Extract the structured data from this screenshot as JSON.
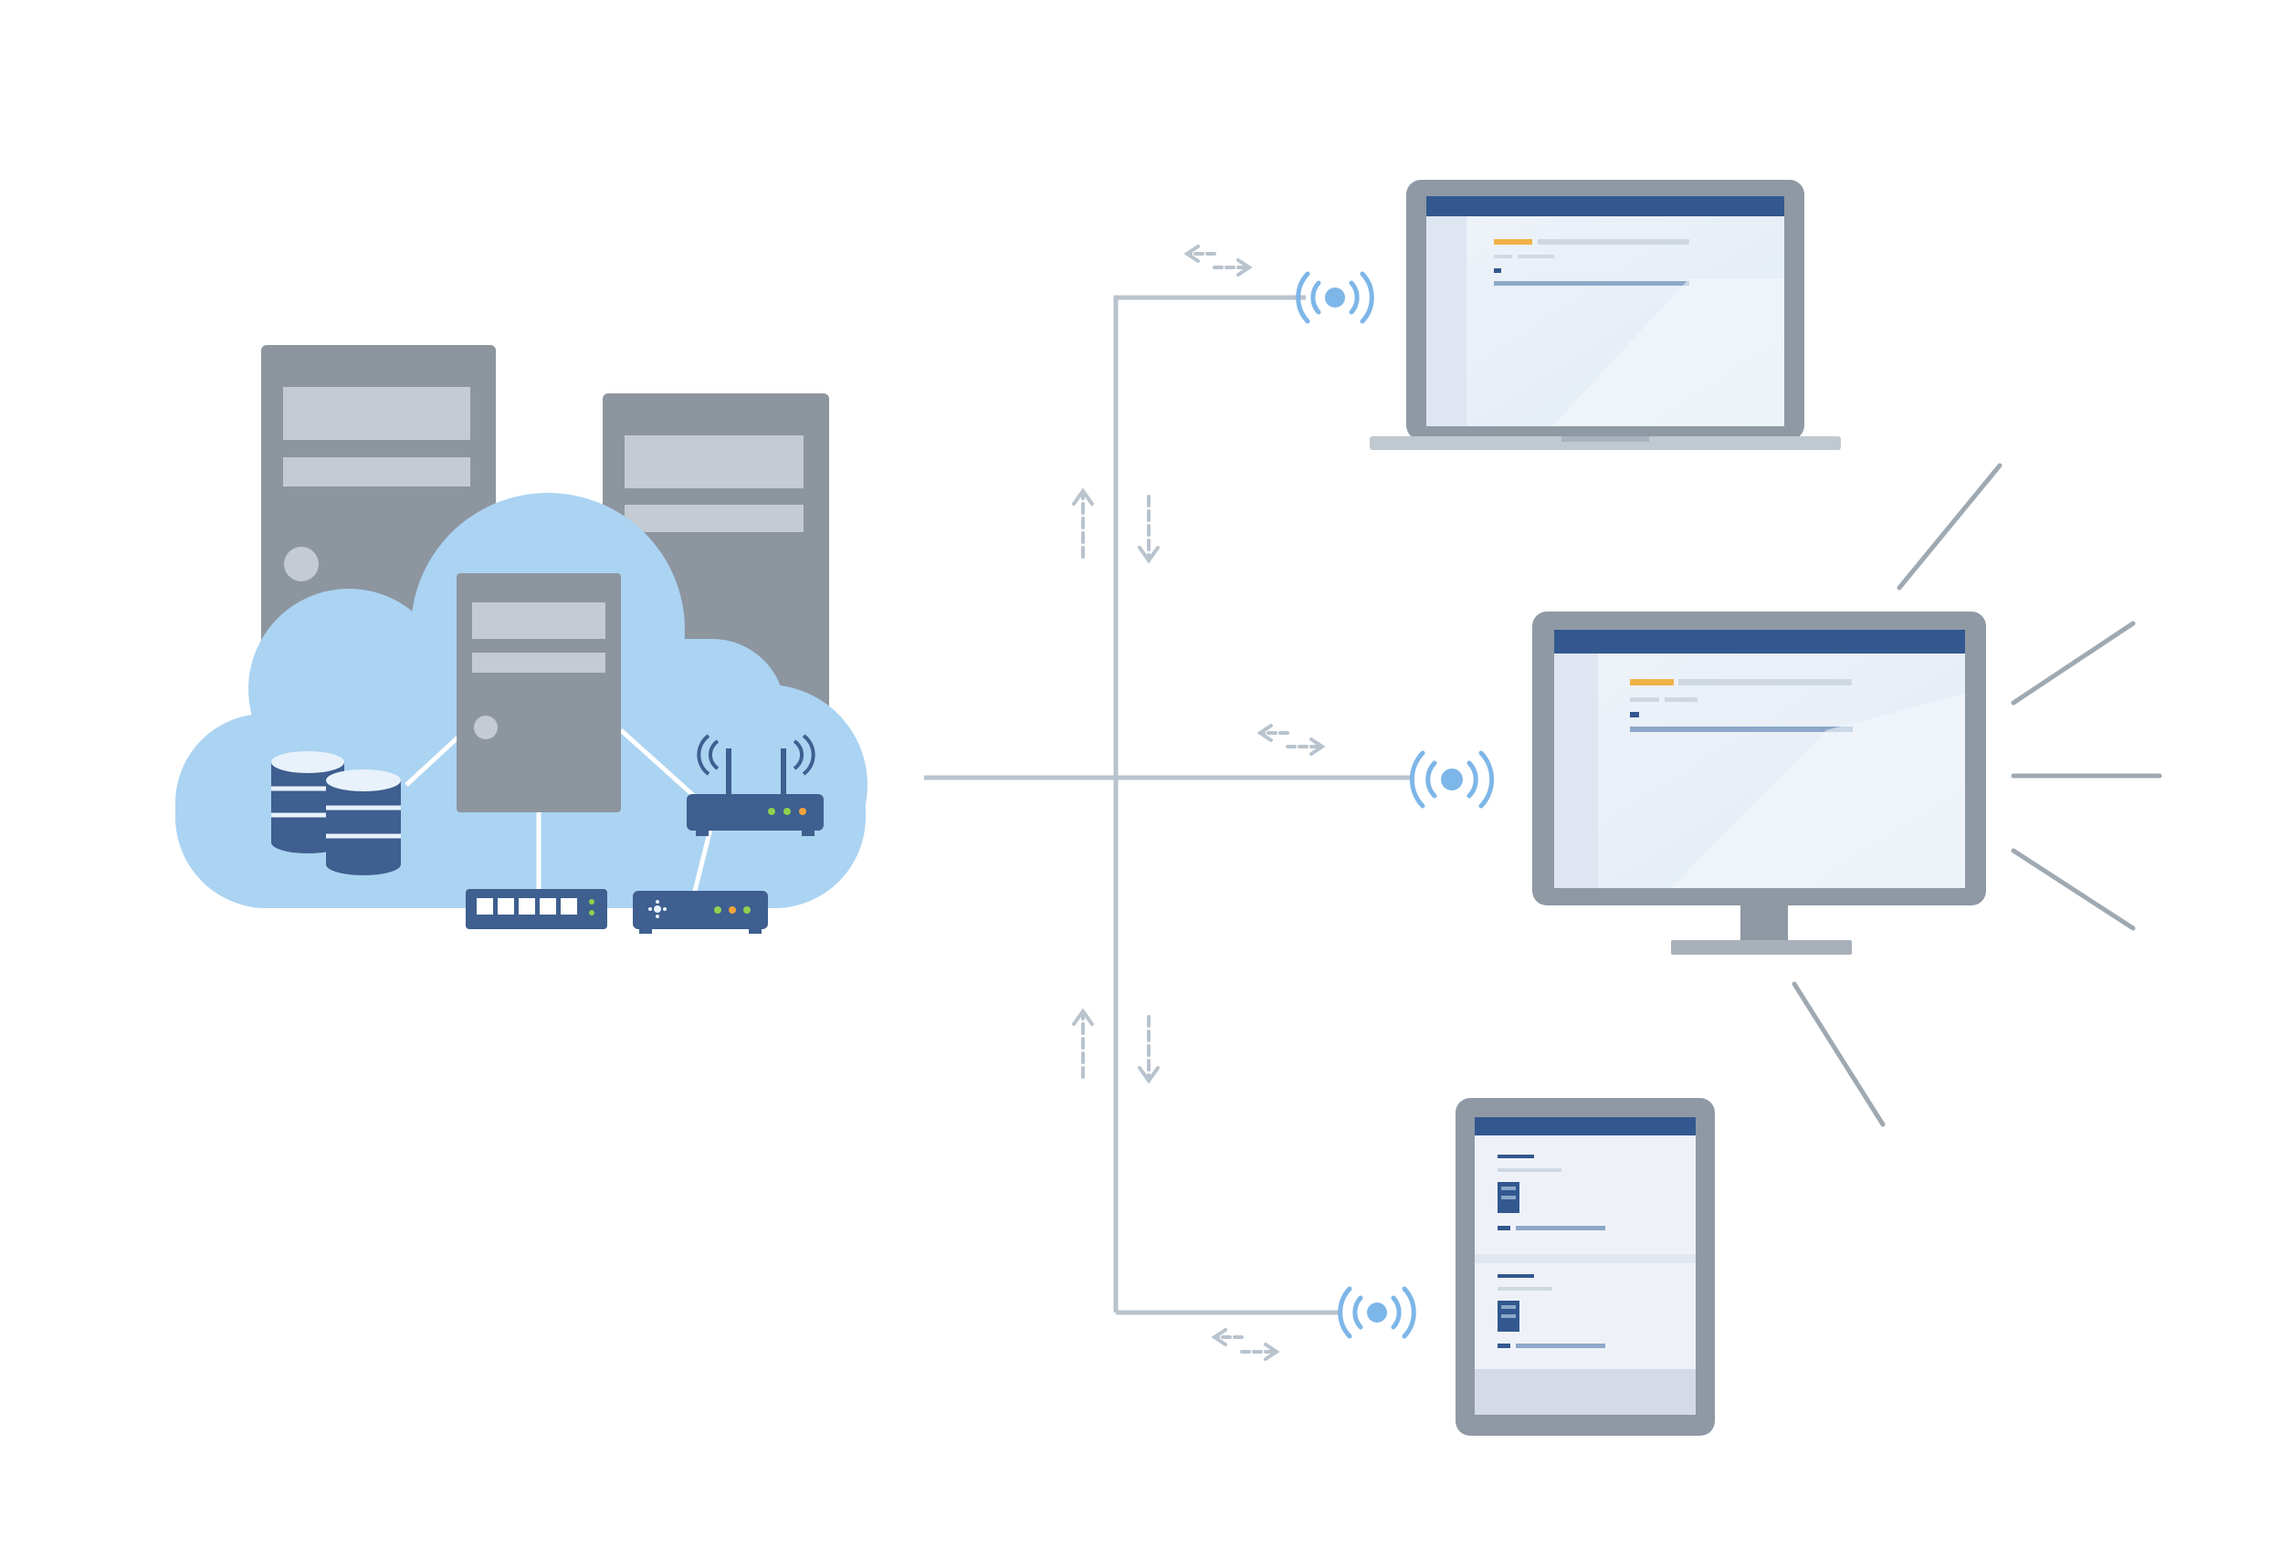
{
  "diagram": {
    "nodes": [
      {
        "id": "cloud-infrastructure",
        "kind": "cloud",
        "contains": [
          "tower-server",
          "tower-server",
          "tower-server",
          "database",
          "database",
          "network-switch",
          "modem",
          "wireless-router"
        ]
      },
      {
        "id": "laptop",
        "kind": "client-device"
      },
      {
        "id": "desktop-monitor",
        "kind": "client-device"
      },
      {
        "id": "tablet",
        "kind": "client-device"
      }
    ],
    "edges": [
      {
        "from": "cloud-infrastructure",
        "to": "laptop",
        "direction": "bidirectional",
        "medium": "wireless"
      },
      {
        "from": "cloud-infrastructure",
        "to": "desktop-monitor",
        "direction": "bidirectional",
        "medium": "wireless"
      },
      {
        "from": "cloud-infrastructure",
        "to": "tablet",
        "direction": "bidirectional",
        "medium": "wireless"
      }
    ],
    "icons": [
      "cloud-icon",
      "server-icon",
      "database-icon",
      "network-switch-icon",
      "modem-icon",
      "router-icon",
      "wifi-signal-icon",
      "bidirectional-arrow-icon",
      "laptop-icon",
      "monitor-icon",
      "tablet-icon"
    ]
  },
  "colors": {
    "background": "#ffffff",
    "cloud": "#abd3f2",
    "server_body": "#8d959f",
    "server_panel": "#c4cbd2",
    "device_frame": "#8f99a4",
    "screen": "#eaf1f8",
    "screen_header": "#32588f",
    "highlight_bar": "#f0b247",
    "connector_line": "#b8c3cd",
    "signal": "#7db6e8",
    "network_gear": "#3e5f8f",
    "led_green": "#8fd14f",
    "led_orange": "#f5a23c"
  }
}
